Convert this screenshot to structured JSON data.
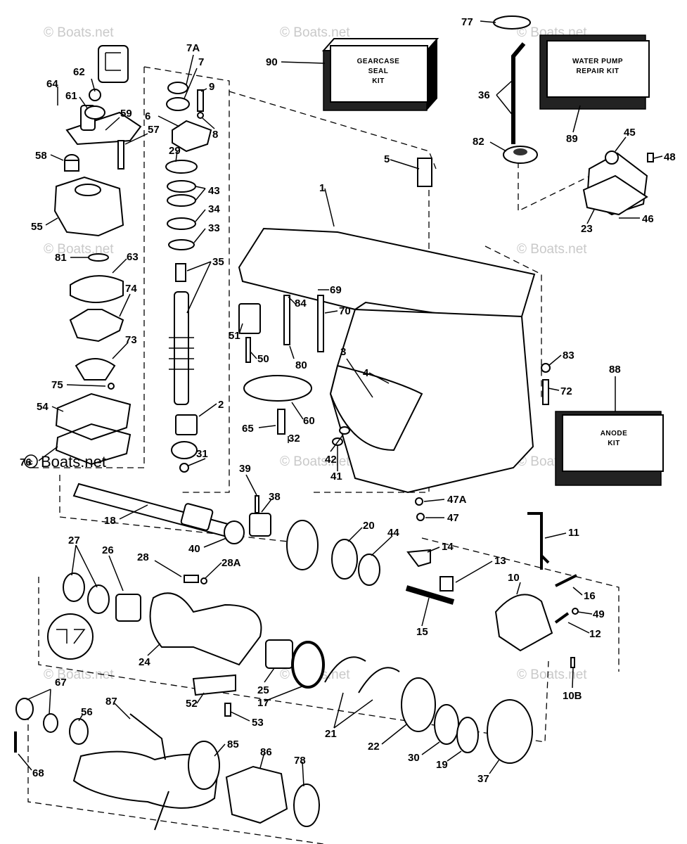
{
  "watermark": {
    "text": "© Boats.net",
    "emphasized_text": "Boats.net"
  },
  "kits": [
    {
      "id": "90",
      "lines": [
        "GEARCASE",
        "SEAL",
        "KIT"
      ]
    },
    {
      "id": "89",
      "lines": [
        "WATER PUMP",
        "REPAIR KIT"
      ]
    },
    {
      "id": "88",
      "lines": [
        "ANODE",
        "KIT"
      ]
    }
  ],
  "callouts": [
    {
      "id": "77",
      "label": "77"
    },
    {
      "id": "90",
      "label": "90"
    },
    {
      "id": "36",
      "label": "36"
    },
    {
      "id": "82",
      "label": "82"
    },
    {
      "id": "89",
      "label": "89"
    },
    {
      "id": "45",
      "label": "45"
    },
    {
      "id": "48",
      "label": "48"
    },
    {
      "id": "23",
      "label": "23"
    },
    {
      "id": "46",
      "label": "46"
    },
    {
      "id": "7A",
      "label": "7A"
    },
    {
      "id": "7",
      "label": "7"
    },
    {
      "id": "9",
      "label": "9"
    },
    {
      "id": "6",
      "label": "6"
    },
    {
      "id": "8",
      "label": "8"
    },
    {
      "id": "29",
      "label": "29"
    },
    {
      "id": "43",
      "label": "43"
    },
    {
      "id": "34",
      "label": "34"
    },
    {
      "id": "33",
      "label": "33"
    },
    {
      "id": "35",
      "label": "35"
    },
    {
      "id": "62",
      "label": "62"
    },
    {
      "id": "64",
      "label": "64"
    },
    {
      "id": "61",
      "label": "61"
    },
    {
      "id": "59",
      "label": "59"
    },
    {
      "id": "57",
      "label": "57"
    },
    {
      "id": "58",
      "label": "58"
    },
    {
      "id": "55",
      "label": "55"
    },
    {
      "id": "81",
      "label": "81"
    },
    {
      "id": "63",
      "label": "63"
    },
    {
      "id": "74",
      "label": "74"
    },
    {
      "id": "73",
      "label": "73"
    },
    {
      "id": "75",
      "label": "75"
    },
    {
      "id": "54",
      "label": "54"
    },
    {
      "id": "5",
      "label": "5"
    },
    {
      "id": "1",
      "label": "1"
    },
    {
      "id": "51",
      "label": "51"
    },
    {
      "id": "84",
      "label": "84"
    },
    {
      "id": "69",
      "label": "69"
    },
    {
      "id": "70",
      "label": "70"
    },
    {
      "id": "50",
      "label": "50"
    },
    {
      "id": "80",
      "label": "80"
    },
    {
      "id": "3",
      "label": "3"
    },
    {
      "id": "4",
      "label": "4"
    },
    {
      "id": "83",
      "label": "83"
    },
    {
      "id": "72",
      "label": "72"
    },
    {
      "id": "88",
      "label": "88"
    },
    {
      "id": "2",
      "label": "2"
    },
    {
      "id": "60",
      "label": "60"
    },
    {
      "id": "65",
      "label": "65"
    },
    {
      "id": "32",
      "label": "32"
    },
    {
      "id": "42",
      "label": "42"
    },
    {
      "id": "41",
      "label": "41"
    },
    {
      "id": "31",
      "label": "31"
    },
    {
      "id": "39",
      "label": "39"
    },
    {
      "id": "38",
      "label": "38"
    },
    {
      "id": "18",
      "label": "18"
    },
    {
      "id": "40",
      "label": "40"
    },
    {
      "id": "47A",
      "label": "47A"
    },
    {
      "id": "47",
      "label": "47"
    },
    {
      "id": "11",
      "label": "11"
    },
    {
      "id": "20",
      "label": "20"
    },
    {
      "id": "44",
      "label": "44"
    },
    {
      "id": "14",
      "label": "14"
    },
    {
      "id": "13",
      "label": "13"
    },
    {
      "id": "27",
      "label": "27"
    },
    {
      "id": "26",
      "label": "26"
    },
    {
      "id": "28",
      "label": "28"
    },
    {
      "id": "28A",
      "label": "28A"
    },
    {
      "id": "10",
      "label": "10"
    },
    {
      "id": "16",
      "label": "16"
    },
    {
      "id": "49",
      "label": "49"
    },
    {
      "id": "12",
      "label": "12"
    },
    {
      "id": "15",
      "label": "15"
    },
    {
      "id": "24",
      "label": "24"
    },
    {
      "id": "25",
      "label": "25"
    },
    {
      "id": "17",
      "label": "17"
    },
    {
      "id": "10B",
      "label": "10B"
    },
    {
      "id": "52",
      "label": "52"
    },
    {
      "id": "53",
      "label": "53"
    },
    {
      "id": "21",
      "label": "21"
    },
    {
      "id": "22",
      "label": "22"
    },
    {
      "id": "30",
      "label": "30"
    },
    {
      "id": "19",
      "label": "19"
    },
    {
      "id": "37",
      "label": "37"
    },
    {
      "id": "67",
      "label": "67"
    },
    {
      "id": "56",
      "label": "56"
    },
    {
      "id": "87",
      "label": "87"
    },
    {
      "id": "85",
      "label": "85"
    },
    {
      "id": "86",
      "label": "86"
    },
    {
      "id": "78",
      "label": "78"
    },
    {
      "id": "68",
      "label": "68"
    },
    {
      "id": "76",
      "label": "76"
    }
  ]
}
